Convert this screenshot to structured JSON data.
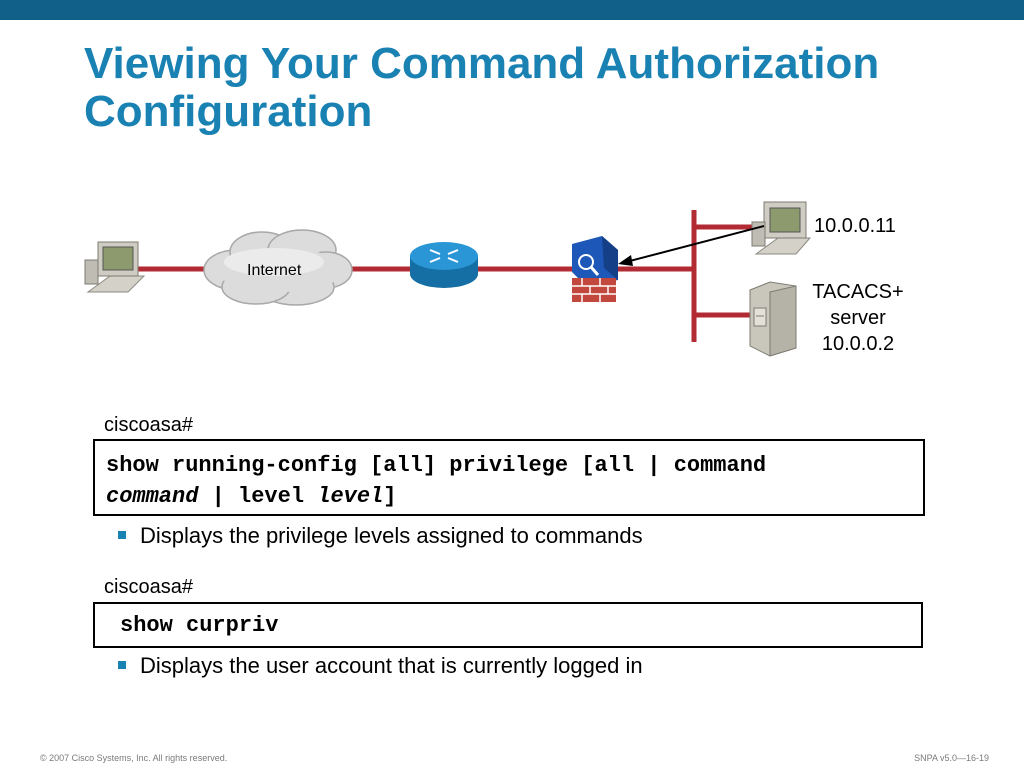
{
  "title": {
    "line1": "Viewing Your Command Authorization",
    "line2": "Configuration"
  },
  "diagram": {
    "cloud_label": "Internet",
    "client_ip": "10.0.0.11",
    "server_label_line1": "TACACS+",
    "server_label_line2": "server",
    "server_label_line3": "10.0.0.2",
    "link_color": "#b22a32",
    "router_color": "#1a8ccf",
    "firewall_color": "#1d57b8",
    "icons": [
      "pc-icon",
      "cloud-icon",
      "router-icon",
      "firewall-icon",
      "server-icon"
    ]
  },
  "section1": {
    "prompt": "ciscoasa#",
    "cmd_l1": "show running-config [all] privilege [all | command",
    "cmd_l2_arg1": "command",
    "cmd_l2_mid": " | level ",
    "cmd_l2_arg2": "level",
    "cmd_l2_end": "]",
    "bullet": "Displays the privilege levels assigned to commands"
  },
  "section2": {
    "prompt": "ciscoasa#",
    "cmd": "show curpriv",
    "bullet": "Displays the user account that is currently logged in"
  },
  "footer": {
    "copyright": "© 2007 Cisco Systems, Inc. All rights reserved.",
    "slide_id": "SNPA v5.0—16-19"
  }
}
